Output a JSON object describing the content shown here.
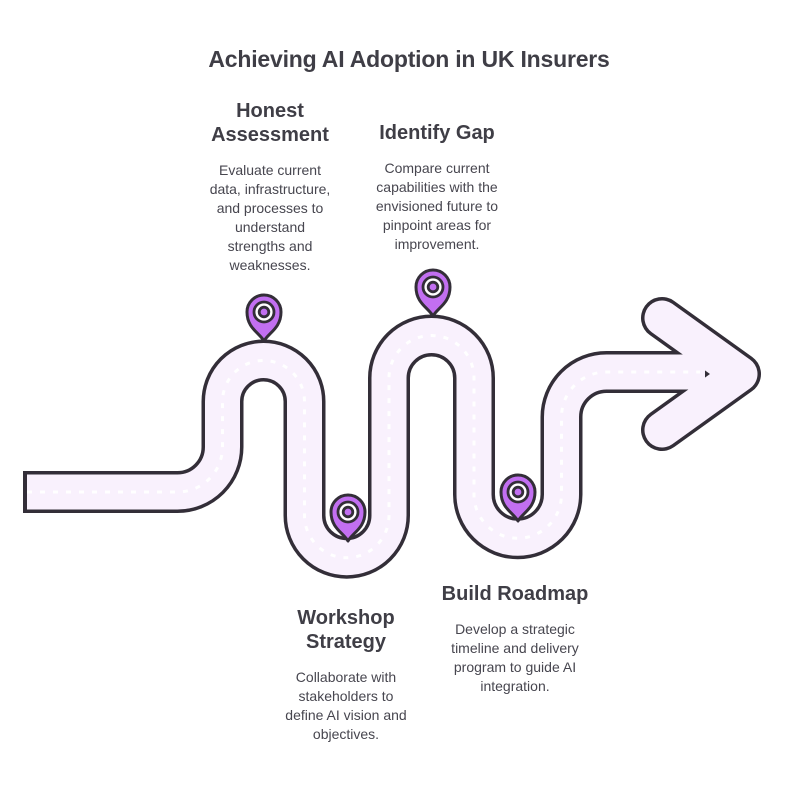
{
  "title": "Achieving AI Adoption in UK Insurers",
  "colors": {
    "background": "#ffffff",
    "road-fill": "#f9f1fd",
    "road-outline": "#332e38",
    "dash": "#ffffff",
    "pin-fill": "#c26ff1",
    "pin-ring": "#ffffff",
    "heading-text": "#3f3e46",
    "body-text": "#47464f"
  },
  "icons": {
    "pin": "location-pin-icon",
    "arrow": "arrow-head-icon"
  },
  "steps": [
    {
      "heading": "Honest\nAssessment",
      "body": "Evaluate current\ndata, infrastructure,\nand processes to\nunderstand\nstrengths and\nweaknesses."
    },
    {
      "heading": "Identify Gap",
      "body": "Compare current\ncapabilities with the\nenvisioned future to\npinpoint areas for\nimprovement."
    },
    {
      "heading": "Workshop\nStrategy",
      "body": "Collaborate with\nstakeholders to\ndefine AI vision and\nobjectives."
    },
    {
      "heading": "Build Roadmap",
      "body": "Develop a strategic\ntimeline and delivery\nprogram to guide AI\nintegration."
    }
  ]
}
